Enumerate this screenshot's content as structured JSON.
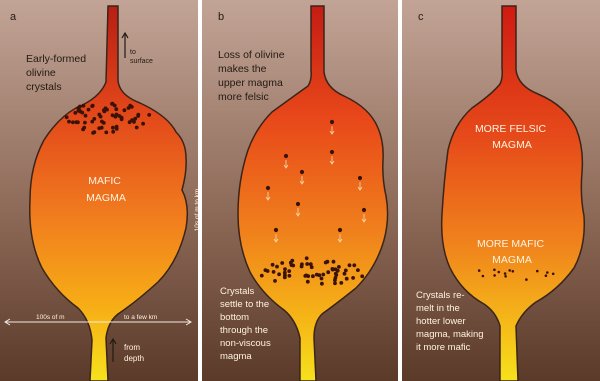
{
  "panels": [
    {
      "letter": "a",
      "top_label": [
        "Early-formed",
        "olivine",
        "crystals"
      ],
      "arrow_label": [
        "to",
        "surface"
      ],
      "magma_label": [
        "MAFIC",
        "MAGMA"
      ],
      "scale_vertical": "10s of m to km",
      "scale_left": "100s of m",
      "scale_right": "to a few km",
      "bottom_label": [
        "from",
        "depth"
      ]
    },
    {
      "letter": "b",
      "top_label": [
        "Loss of olivine",
        "makes the",
        "upper magma",
        "more felsic"
      ],
      "bottom_label": [
        "Crystals",
        "settle to the",
        "bottom",
        "through the",
        "non-viscous",
        "magma"
      ]
    },
    {
      "letter": "c",
      "magma_upper": [
        "MORE FELSIC",
        "MAGMA"
      ],
      "magma_lower": [
        "MORE MAFIC",
        "MAGMA"
      ],
      "bottom_label": [
        "Crystals re-",
        "melt in the",
        "hotter lower",
        "magma, making",
        "it more mafic"
      ]
    }
  ],
  "colors": {
    "rock_top": "#c2a496",
    "rock_bottom": "#5b3a2a",
    "magma_top": "#b81e14",
    "magma_mid": "#f07a1e",
    "magma_bottom": "#f6e21c",
    "crystal": "#3a1208",
    "divider": "#ffffff"
  }
}
